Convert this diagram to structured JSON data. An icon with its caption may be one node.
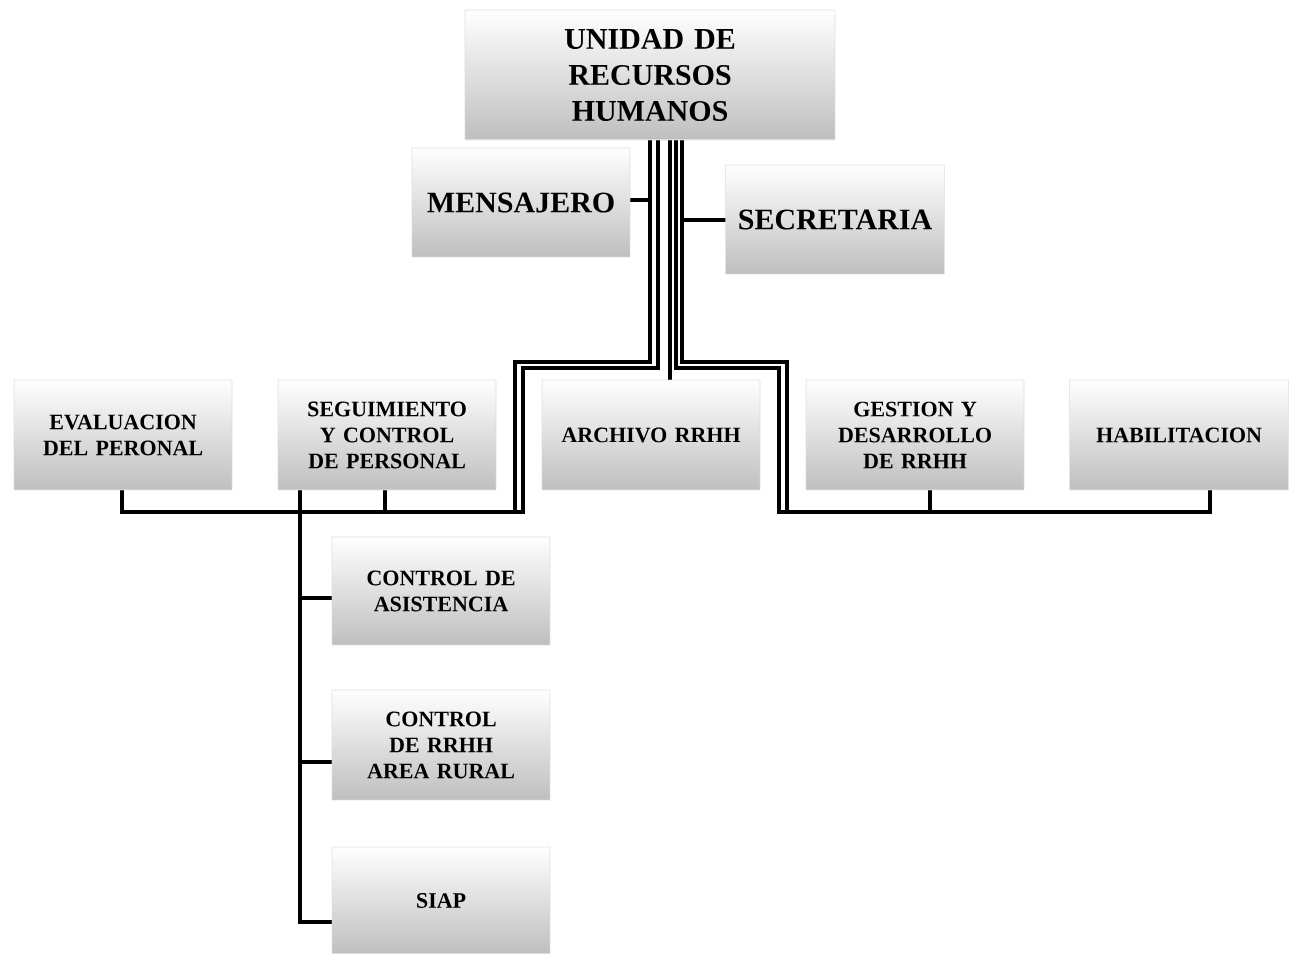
{
  "diagram": {
    "nodes": [
      {
        "text": [
          "UNIDAD DE RECURSOS HUMANOS"
        ]
      },
      {
        "text": [
          "MENSAJERO"
        ]
      },
      {
        "text": [
          "SECRETARIA"
        ]
      },
      {
        "text": [
          "EVALUACION DEL PERONAL"
        ]
      },
      {
        "text": [
          "SEGUIMIENTO Y CONTROL DE PERSONAL"
        ]
      },
      {
        "text": [
          "ARCHIVO RRHH"
        ]
      },
      {
        "text": [
          "GESTION Y DESARROLLO DE RRHH"
        ]
      },
      {
        "text": [
          "HABILITACION"
        ]
      },
      {
        "text": [
          "CONTROL DE ASISTENCIA"
        ]
      },
      {
        "text": [
          "CONTROL DE RRHH AREA RURAL"
        ]
      },
      {
        "text": [
          "SIAP"
        ]
      }
    ],
    "edges": [
      {
        "from": 0,
        "to": 1,
        "arrow": "none"
      },
      {
        "from": 0,
        "to": 2,
        "arrow": "none"
      },
      {
        "from": 0,
        "to": 3,
        "arrow": "none"
      },
      {
        "from": 0,
        "to": 4,
        "arrow": "none"
      },
      {
        "from": 0,
        "to": 5,
        "arrow": "none"
      },
      {
        "from": 0,
        "to": 6,
        "arrow": "none"
      },
      {
        "from": 0,
        "to": 7,
        "arrow": "none"
      },
      {
        "from": 4,
        "to": 8,
        "arrow": "none"
      },
      {
        "from": 4,
        "to": 9,
        "arrow": "none"
      },
      {
        "from": 4,
        "to": 10,
        "arrow": "none"
      }
    ]
  }
}
